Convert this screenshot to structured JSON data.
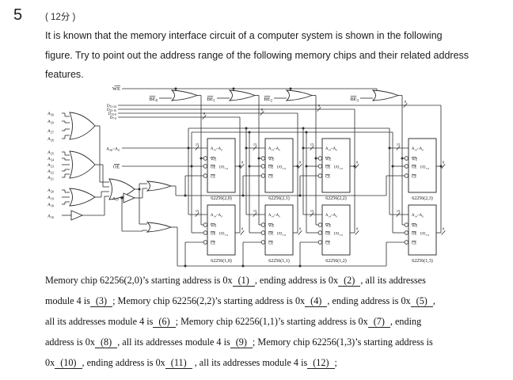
{
  "header": {
    "number": "5",
    "points": "( 12分 )"
  },
  "intro_lines": [
    "It is known that the memory interface circuit of a computer system is shown in the following",
    "figure. Try to point out the address range of the following memory chips and their related address",
    "features."
  ],
  "circuit": {
    "we_label": [
      "WE"
    ],
    "be_labels": [
      [
        "BE",
        "0"
      ],
      [
        "BE",
        "1"
      ],
      [
        "BE",
        "2"
      ],
      [
        "BE",
        "3"
      ]
    ],
    "data_labels": [
      [
        "D",
        "31-24"
      ],
      [
        "D",
        "23-16"
      ],
      [
        "D",
        "15-8"
      ],
      [
        "D",
        "7-0"
      ]
    ],
    "or_group_inputs": [
      [
        [
          "A",
          "30"
        ],
        [
          "A",
          "29"
        ],
        [
          "A",
          "27"
        ],
        [
          "A",
          "26"
        ]
      ],
      [
        [
          "A",
          "25"
        ],
        [
          "A",
          "24"
        ],
        [
          "A",
          "23"
        ],
        [
          "A",
          "22"
        ],
        [
          "A",
          "21"
        ]
      ],
      [
        [
          "A",
          "20"
        ],
        [
          "A",
          "19"
        ],
        [
          "A",
          "18"
        ]
      ]
    ],
    "buffer_input": [
      "A",
      "16"
    ],
    "row_select_input": [
      "A",
      "17"
    ],
    "address_bus_label": [
      "A",
      "16",
      "~A",
      "2"
    ],
    "oe_label": [
      "OE"
    ],
    "bus_width_address": "15",
    "bus_width_data": "8",
    "chip_pins": {
      "address": [
        "A",
        "14",
        "~A",
        "0"
      ],
      "we": [
        "WE"
      ],
      "oe": [
        "OE"
      ],
      "io": [
        "I/O",
        "7-0"
      ],
      "ce": [
        "CE"
      ]
    },
    "chip_rows": [
      [
        "62256(2,0)",
        "62256(2,1)",
        "62256(2,2)",
        "62256(2,3)"
      ],
      [
        "62256(1,0)",
        "62256(1,1)",
        "62256(1,2)",
        "62256(1,3)"
      ]
    ],
    "line_color": "#2b2b2b"
  },
  "questions": {
    "lines": [
      [
        {
          "t": "Memory chip 62256(2,0)’s starting address is 0x"
        },
        {
          "t": "(1)",
          "blank": true
        },
        {
          "t": ", ending address is 0x"
        },
        {
          "t": "(2)",
          "blank": true
        },
        {
          "t": ", all its addresses"
        }
      ],
      [
        {
          "t": "module 4 is"
        },
        {
          "t": "(3)",
          "blank": true
        },
        {
          "t": "; Memory chip 62256(2,2)’s starting address is 0x"
        },
        {
          "t": "(4)",
          "blank": true
        },
        {
          "t": ", ending address is 0x"
        },
        {
          "t": "(5)",
          "blank": true
        },
        {
          "t": ","
        }
      ],
      [
        {
          "t": "all its addresses module 4 is"
        },
        {
          "t": "(6)",
          "blank": true
        },
        {
          "t": "; Memory chip 62256(1,1)’s starting address is 0x"
        },
        {
          "t": "(7)",
          "blank": true
        },
        {
          "t": ", ending"
        }
      ],
      [
        {
          "t": "address is 0x"
        },
        {
          "t": "(8)",
          "blank": true
        },
        {
          "t": ", all its addresses module 4 is"
        },
        {
          "t": "(9)",
          "blank": true
        },
        {
          "t": "; Memory chip 62256(1,3)’s starting address is"
        }
      ],
      [
        {
          "t": "0x"
        },
        {
          "t": "(10)",
          "blank": true
        },
        {
          "t": ", ending address is 0x"
        },
        {
          "t": "(11)",
          "blank": true
        },
        {
          "t": " , all its addresses module 4 is"
        },
        {
          "t": "(12)",
          "blank": true
        },
        {
          "t": ";"
        }
      ]
    ]
  }
}
